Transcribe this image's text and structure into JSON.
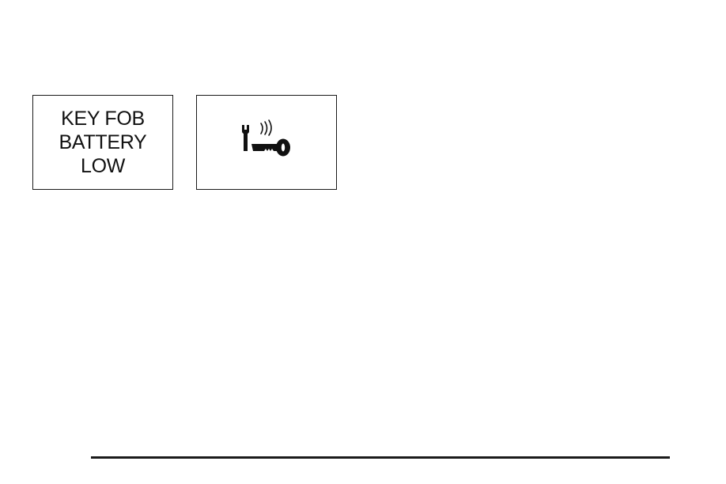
{
  "message_panel": {
    "lines": [
      "KEY FOB",
      "BATTERY",
      "LOW"
    ]
  },
  "symbol_panel": {
    "icon": "key-fob-service-icon"
  },
  "colors": {
    "ink": "#1a1a1a",
    "background": "#ffffff"
  }
}
